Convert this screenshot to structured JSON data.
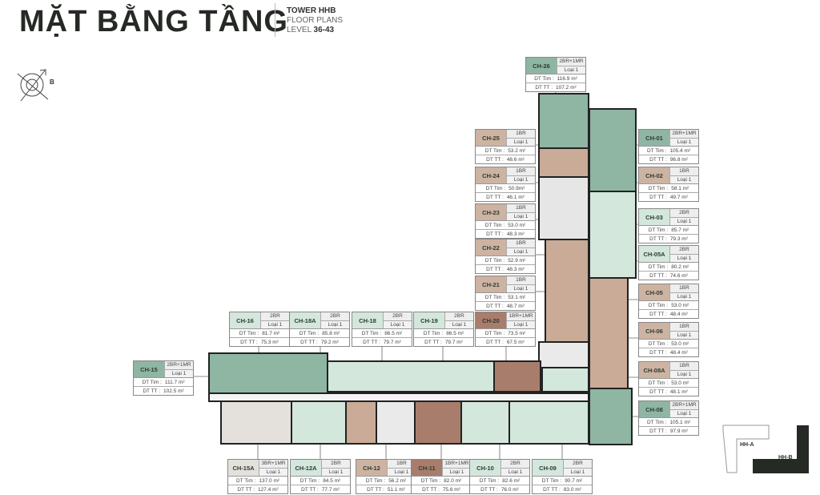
{
  "header": {
    "title": "MẶT BẰNG TẦNG",
    "tower": "TOWER HHB",
    "subtitle": "FLOOR PLANS",
    "level_label": "LEVEL",
    "level_value": "36-43"
  },
  "compass": {
    "label": "B",
    "icon": "north-compass-icon"
  },
  "colors": {
    "green": "#8fb5a3",
    "light_green": "#d3e7dc",
    "tan": "#cdb3a1",
    "brown": "#a87d6c",
    "gray": "#e4e1dc",
    "dark": "#252a24"
  },
  "labels": {
    "dt_tim": "DT Tim :",
    "dt_tt": "DT TT :"
  },
  "units": [
    {
      "code": "CH-26",
      "type": "2BR+1MR",
      "loai": "Loại 1",
      "dt_tim": "116.9 m²",
      "dt_tt": "107.2 m²",
      "color": "green"
    },
    {
      "code": "CH-25",
      "type": "1BR",
      "loai": "Loại 1",
      "dt_tim": "53.2 m²",
      "dt_tt": "48.6 m²",
      "color": "tan"
    },
    {
      "code": "CH-24",
      "type": "1BR",
      "loai": "Loại 1",
      "dt_tim": "50.9m²",
      "dt_tt": "46.1 m²",
      "color": "tan"
    },
    {
      "code": "CH-23",
      "type": "1BR",
      "loai": "Loại 1",
      "dt_tim": "53.0 m²",
      "dt_tt": "48.3 m²",
      "color": "tan"
    },
    {
      "code": "CH-22",
      "type": "1BR",
      "loai": "Loại 1",
      "dt_tim": "52.9 m²",
      "dt_tt": "48.3 m²",
      "color": "tan"
    },
    {
      "code": "CH-21",
      "type": "1BR",
      "loai": "Loại 1",
      "dt_tim": "53.1 m²",
      "dt_tt": "48.7 m²",
      "color": "tan"
    },
    {
      "code": "CH-20",
      "type": "1BR+1MR",
      "loai": "Loại 1",
      "dt_tim": "73.5 m²",
      "dt_tt": "67.5 m²",
      "color": "brown"
    },
    {
      "code": "CH-01",
      "type": "2BR+1MR",
      "loai": "Loại 1",
      "dt_tim": "105.4 m²",
      "dt_tt": "96.8 m²",
      "color": "green"
    },
    {
      "code": "CH-02",
      "type": "1BR",
      "loai": "Loại 1",
      "dt_tim": "58.1 m²",
      "dt_tt": "49.7 m²",
      "color": "tan"
    },
    {
      "code": "CH-03",
      "type": "2BR",
      "loai": "Loại 1",
      "dt_tim": "85.7 m²",
      "dt_tt": "79.3 m²",
      "color": "light_green"
    },
    {
      "code": "CH-05A",
      "type": "2BR",
      "loai": "Loại 1",
      "dt_tim": "80.2 m²",
      "dt_tt": "74.6 m²",
      "color": "light_green"
    },
    {
      "code": "CH-05",
      "type": "1BR",
      "loai": "Loại 1",
      "dt_tim": "53.0 m²",
      "dt_tt": "48.4 m²",
      "color": "tan"
    },
    {
      "code": "CH-06",
      "type": "1BR",
      "loai": "Loại 1",
      "dt_tim": "53.0 m²",
      "dt_tt": "48.4 m²",
      "color": "tan"
    },
    {
      "code": "CH-08A",
      "type": "1BR",
      "loai": "Loại 1",
      "dt_tim": "53.0 m²",
      "dt_tt": "48.1 m²",
      "color": "tan"
    },
    {
      "code": "CH-08",
      "type": "2BR+1MR",
      "loai": "Loại 1",
      "dt_tim": "105.1 m²",
      "dt_tt": "97.9 m²",
      "color": "green"
    },
    {
      "code": "CH-16",
      "type": "2BR",
      "loai": "Loại 1",
      "dt_tim": "81.7 m²",
      "dt_tt": "75.3 m²",
      "color": "light_green"
    },
    {
      "code": "CH-18A",
      "type": "2BR",
      "loai": "Loại 1",
      "dt_tim": "85.8 m²",
      "dt_tt": "79.2 m²",
      "color": "light_green"
    },
    {
      "code": "CH-18",
      "type": "2BR",
      "loai": "Loại 1",
      "dt_tim": "86.5 m²",
      "dt_tt": "79.7 m²",
      "color": "light_green"
    },
    {
      "code": "CH-19",
      "type": "2BR",
      "loai": "Loại 1",
      "dt_tim": "86.5 m²",
      "dt_tt": "79.7 m²",
      "color": "light_green"
    },
    {
      "code": "CH-15",
      "type": "2BR+1MR",
      "loai": "Loại 1",
      "dt_tim": "111.7 m²",
      "dt_tt": "102.5 m²",
      "color": "green"
    },
    {
      "code": "CH-15A",
      "type": "3BR+1MR",
      "loai": "Loại 1",
      "dt_tim": "137.0 m²",
      "dt_tt": "127.4 m²",
      "color": "gray"
    },
    {
      "code": "CH-12A",
      "type": "2BR",
      "loai": "Loại 1",
      "dt_tim": "84.5 m²",
      "dt_tt": "77.7 m²",
      "color": "light_green"
    },
    {
      "code": "CH-12",
      "type": "1BR",
      "loai": "Loại 1",
      "dt_tim": "56.2 m²",
      "dt_tt": "51.1 m²",
      "color": "tan"
    },
    {
      "code": "CH-11",
      "type": "1BR+1MR",
      "loai": "Loại 1",
      "dt_tim": "82.0 m²",
      "dt_tt": "75.6 m²",
      "color": "brown"
    },
    {
      "code": "CH-10",
      "type": "2BR",
      "loai": "Loại 1",
      "dt_tim": "82.6 m²",
      "dt_tt": "76.0 m²",
      "color": "light_green"
    },
    {
      "code": "CH-09",
      "type": "2BR",
      "loai": "Loại 1",
      "dt_tim": "90.7 m²",
      "dt_tt": "83.0 m²",
      "color": "light_green"
    }
  ],
  "keyplan": {
    "a": "HH-A",
    "b": "HH-B"
  }
}
